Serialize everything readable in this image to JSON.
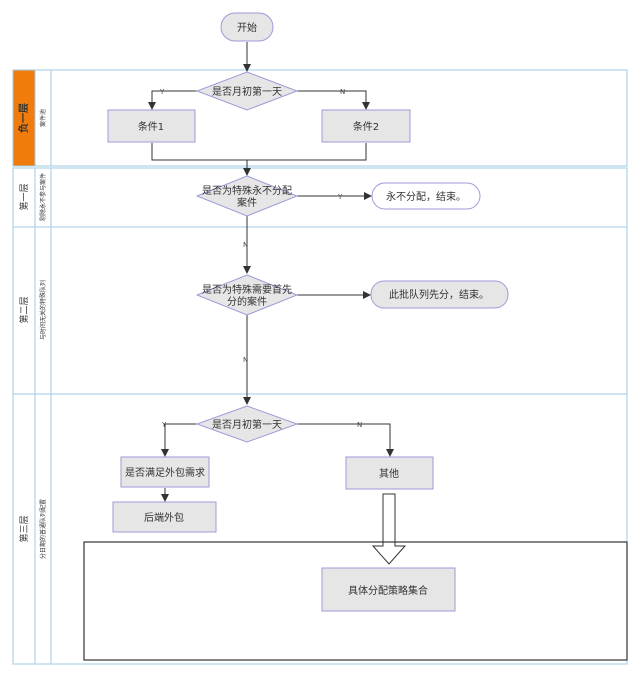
{
  "nodes": {
    "start": "开始",
    "decision1": "是否月初第一天",
    "cond1": "条件1",
    "cond2": "条件2",
    "decision2_line1": "是否为特殊永不分配",
    "decision2_line2": "案件",
    "end1": "永不分配，结束。",
    "decision3_line1": "是否为特殊需要首先",
    "decision3_line2": "分的案件",
    "end2": "此批队列先分，结束。",
    "decision4": "是否月初第一天",
    "outsource_check": "是否满足外包需求",
    "backend_outsource": "后端外包",
    "other": "其他",
    "strategy_set": "具体分配策略集合"
  },
  "edge_labels": {
    "y": "Y",
    "n": "N"
  },
  "lanes": {
    "lane0_title": "负一层",
    "lane0_sub": "案件池",
    "lane1_title": "第一层",
    "lane1_sub": "剔除永不参与案件",
    "lane2_title": "第二层",
    "lane2_sub": "与时间无关的特殊队列",
    "lane3_title": "第三层",
    "lane3_sub": "分日期的普通队列配置"
  },
  "colors": {
    "node_fill": "#e6e6e6",
    "node_stroke": "#9c9cd8",
    "lane_border": "#9fcde6",
    "lane0_header": "#f07c0e"
  }
}
